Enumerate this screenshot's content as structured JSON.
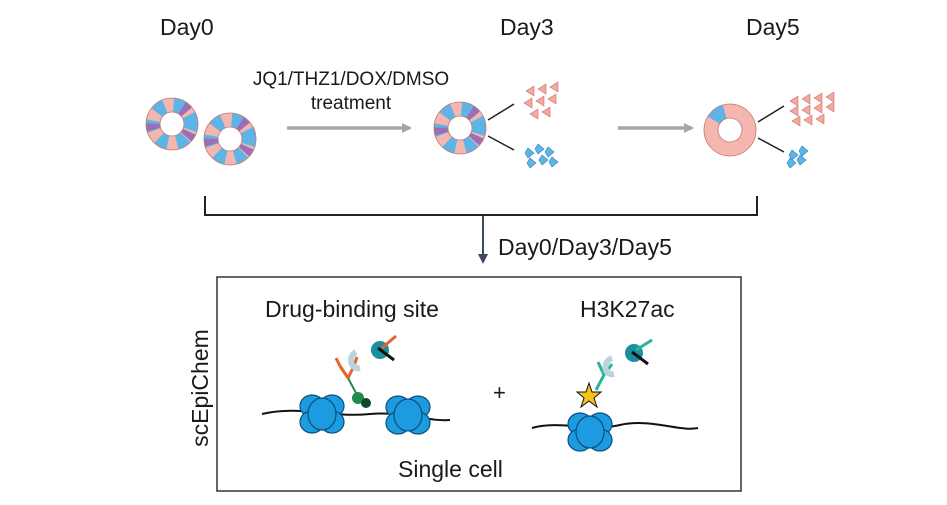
{
  "timeline": {
    "day0": "Day0",
    "day3": "Day3",
    "day5": "Day5",
    "treatment_line1": "JQ1/THZ1/DOX/DMSO",
    "treatment_line2": "treatment",
    "collect_label": "Day0/Day3/Day5"
  },
  "assay": {
    "side_label": "scEpiChem",
    "left_title": "Drug-binding site",
    "right_title": "H3K27ac",
    "plus": "+",
    "bottom_label": "Single cell"
  },
  "colors": {
    "pink_cell": "#f4b6ae",
    "blue_cell": "#5fb4e6",
    "purple_cell": "#9b6fb5",
    "nucleosome": "#1d9be0",
    "arrow_grey": "#a6a6a6",
    "arrow_navy": "#3d4a5c",
    "antibody_orange": "#e8632a",
    "antibody_teal": "#2bb39a",
    "tn5_teal": "#1a8f9e",
    "drug_green": "#1f8a4c",
    "star_yellow": "#f5c21b"
  }
}
